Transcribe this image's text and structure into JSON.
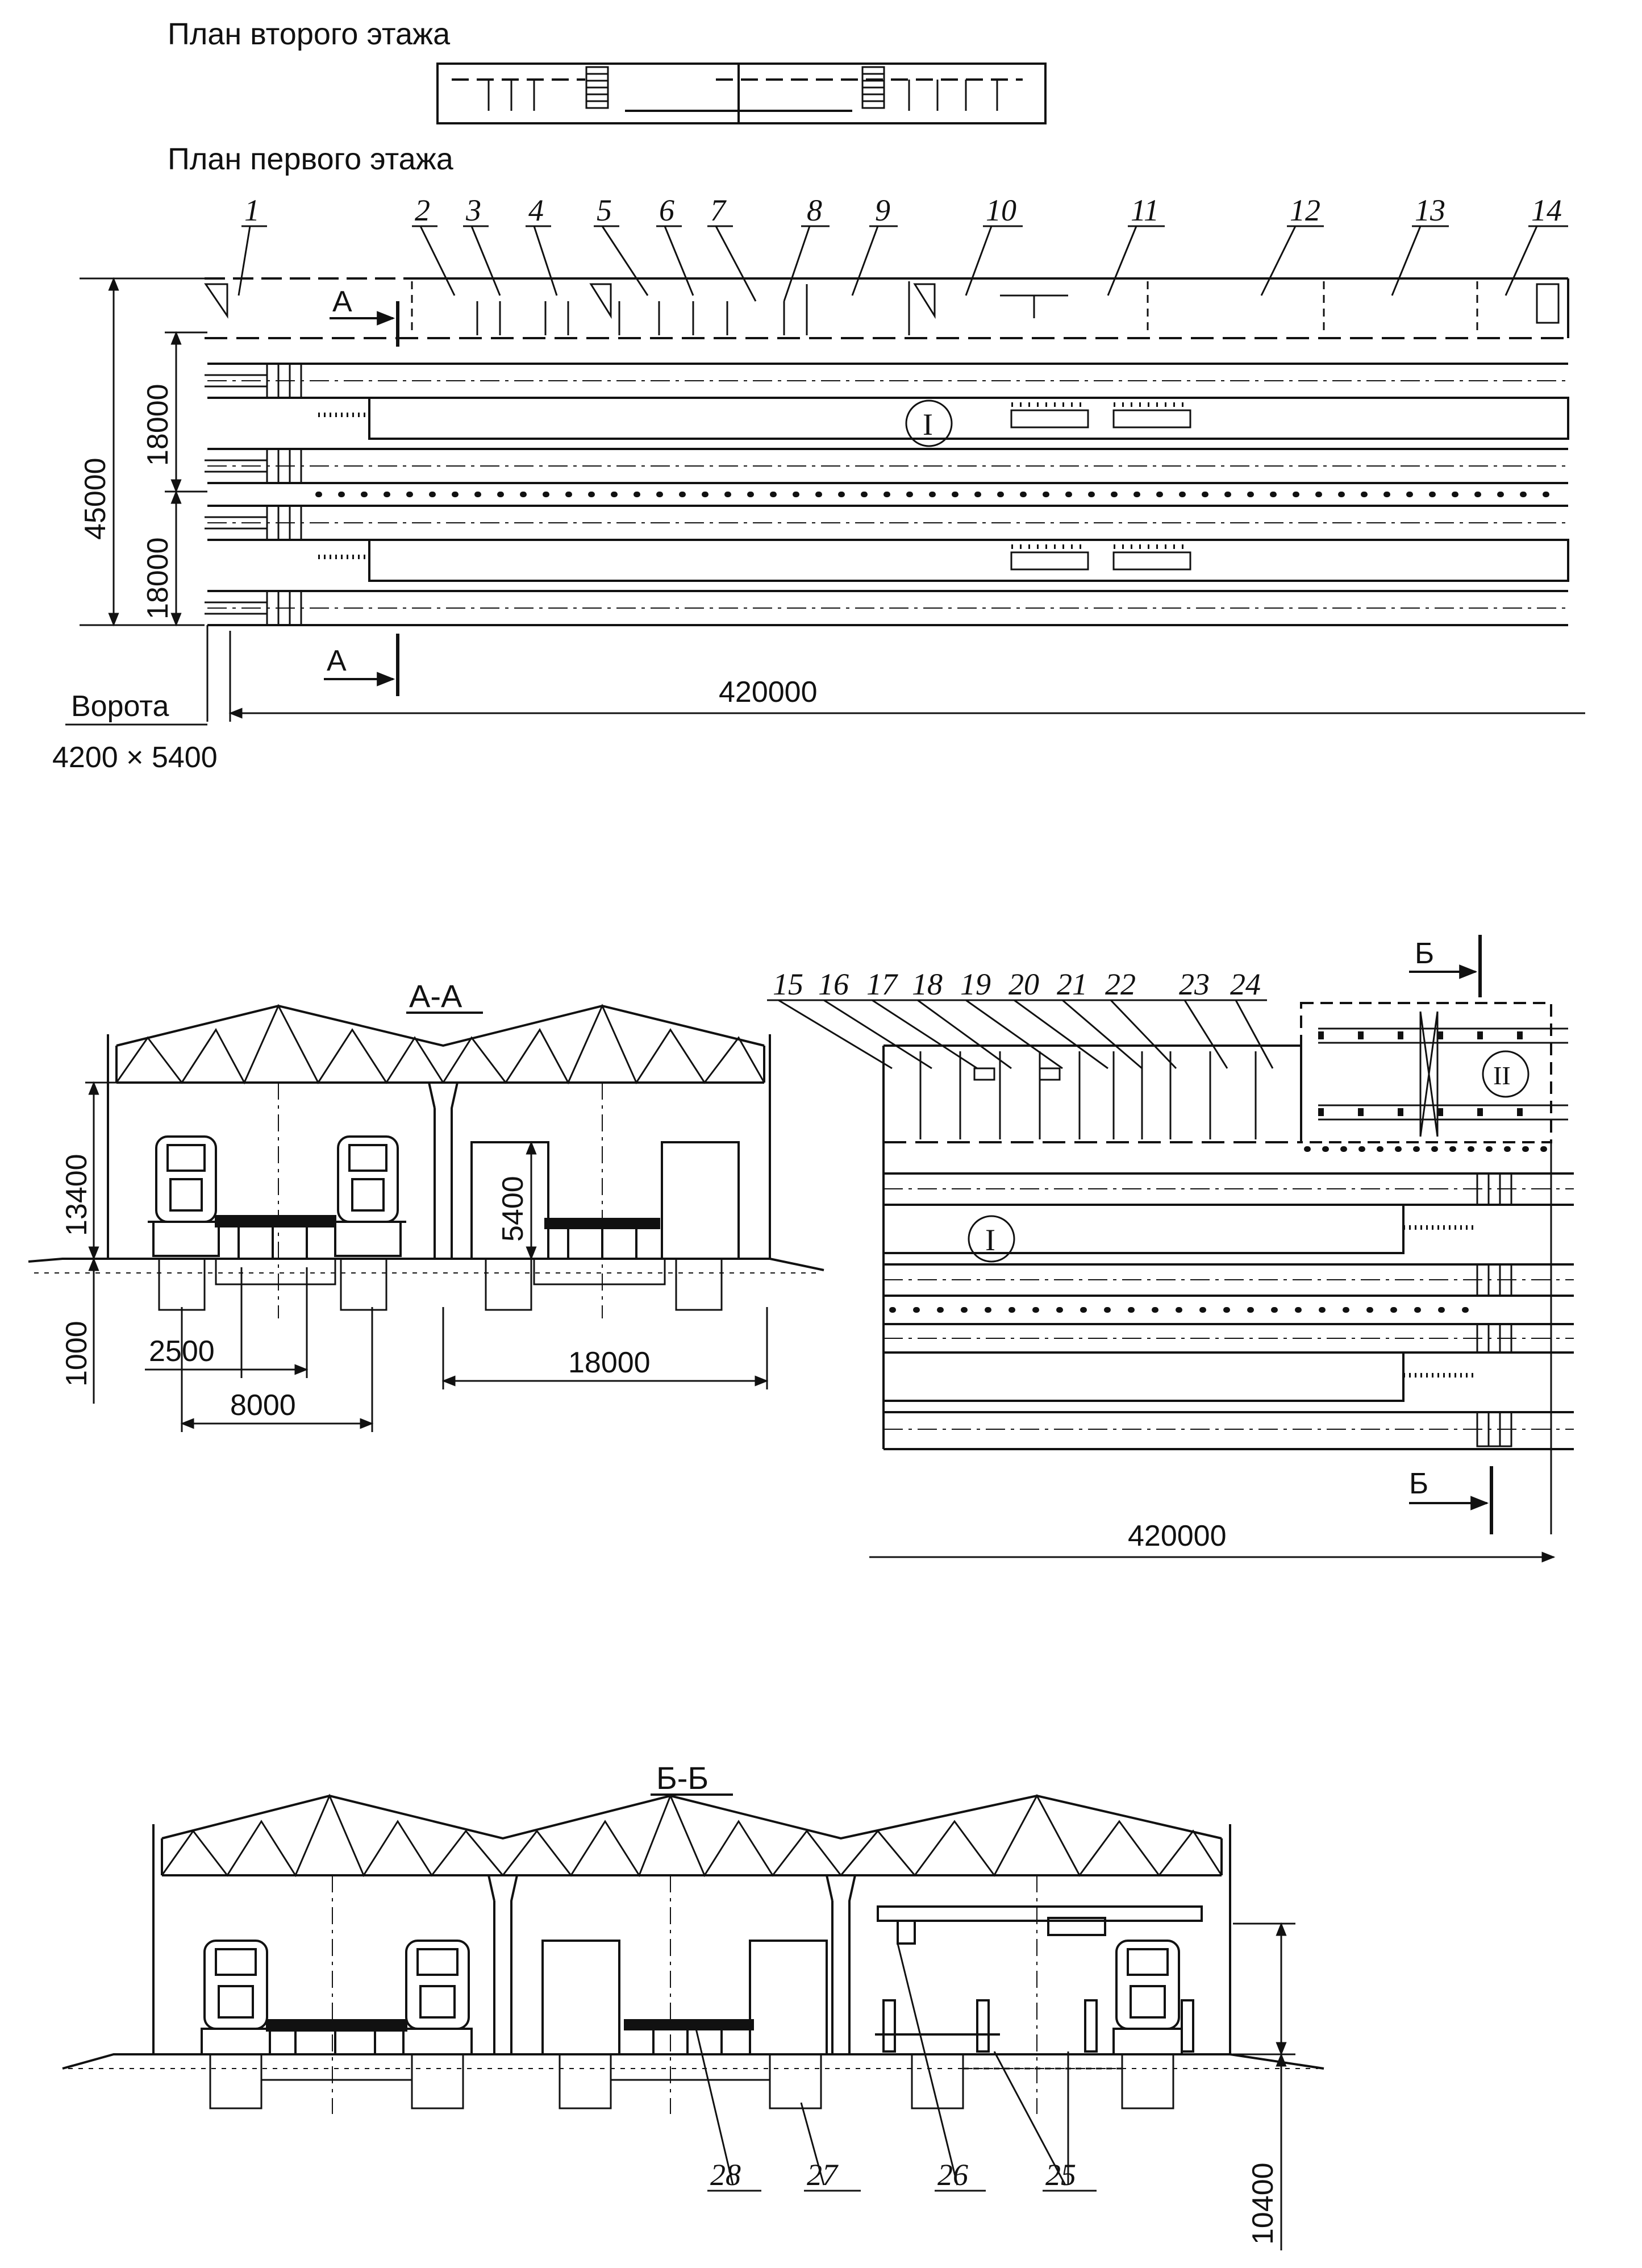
{
  "plan": {
    "second_floor_title": "План второго этажа",
    "first_floor_title": "План первого этажа",
    "dim_45000": "45000",
    "dim_18000_a": "18000",
    "dim_18000_b": "18000",
    "dim_420000": "420000",
    "gate_label": "Ворота",
    "gate_size": "4200 × 5400",
    "section_letter": "А",
    "room_numbers": [
      "1",
      "2",
      "3",
      "4",
      "5",
      "6",
      "7",
      "8",
      "9",
      "10",
      "11",
      "12",
      "13",
      "14"
    ],
    "track_roman": "I"
  },
  "section_aa": {
    "title": "А-А",
    "dim_13400": "13400",
    "dim_1000": "1000",
    "dim_5400": "5400",
    "dim_2500": "2500",
    "dim_8000": "8000",
    "dim_18000": "18000"
  },
  "plan_b": {
    "room_numbers": [
      "15",
      "16",
      "17",
      "18",
      "19",
      "20",
      "21",
      "22",
      "23",
      "24"
    ],
    "roman_one": "I",
    "roman_two": "II",
    "dim_420000": "420000",
    "section_letter": "Б"
  },
  "section_bb": {
    "title": "Б-Б",
    "dim_10400": "10400",
    "callouts": [
      "28",
      "27",
      "26",
      "25"
    ]
  }
}
